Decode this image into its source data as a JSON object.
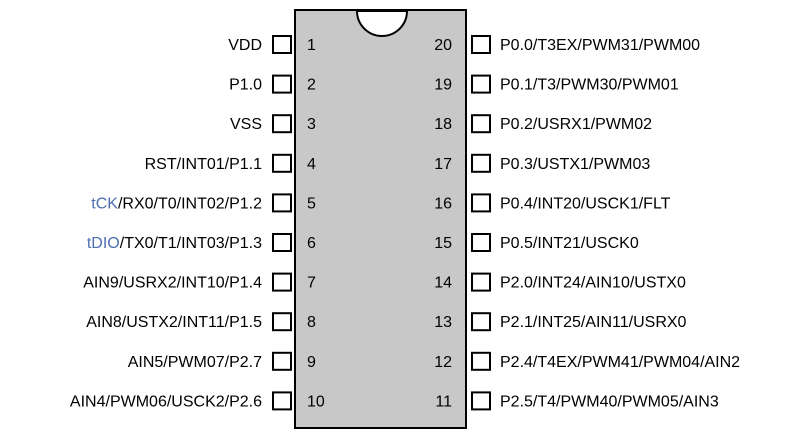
{
  "package": {
    "body_color": "#c8c8c8",
    "highlight_color": "#4f6fb3",
    "left_pins": [
      {
        "number": "1",
        "label": "VDD"
      },
      {
        "number": "2",
        "label": "P1.0"
      },
      {
        "number": "3",
        "label": "VSS"
      },
      {
        "number": "4",
        "label": "RST/INT01/P1.1"
      },
      {
        "number": "5",
        "highlight": "tCK",
        "label": "/RX0/T0/INT02/P1.2"
      },
      {
        "number": "6",
        "highlight": "tDIO",
        "label": "/TX0/T1/INT03/P1.3"
      },
      {
        "number": "7",
        "label": "AIN9/USRX2/INT10/P1.4"
      },
      {
        "number": "8",
        "label": "AIN8/USTX2/INT11/P1.5"
      },
      {
        "number": "9",
        "label": "AIN5/PWM07/P2.7"
      },
      {
        "number": "10",
        "label": "AIN4/PWM06/USCK2/P2.6"
      }
    ],
    "right_pins": [
      {
        "number": "20",
        "label": "P0.0/T3EX/PWM31/PWM00"
      },
      {
        "number": "19",
        "label": "P0.1/T3/PWM30/PWM01"
      },
      {
        "number": "18",
        "label": "P0.2/USRX1/PWM02"
      },
      {
        "number": "17",
        "label": "P0.3/USTX1/PWM03"
      },
      {
        "number": "16",
        "label": "P0.4/INT20/USCK1/FLT"
      },
      {
        "number": "15",
        "label": "P0.5/INT21/USCK0"
      },
      {
        "number": "14",
        "label": "P2.0/INT24/AIN10/USTX0"
      },
      {
        "number": "13",
        "label": "P2.1/INT25/AIN11/USRX0"
      },
      {
        "number": "12",
        "label": "P2.4/T4EX/PWM41/PWM04/AIN2"
      },
      {
        "number": "11",
        "label": "P2.5/T4/PWM40/PWM05/AIN3"
      }
    ]
  }
}
